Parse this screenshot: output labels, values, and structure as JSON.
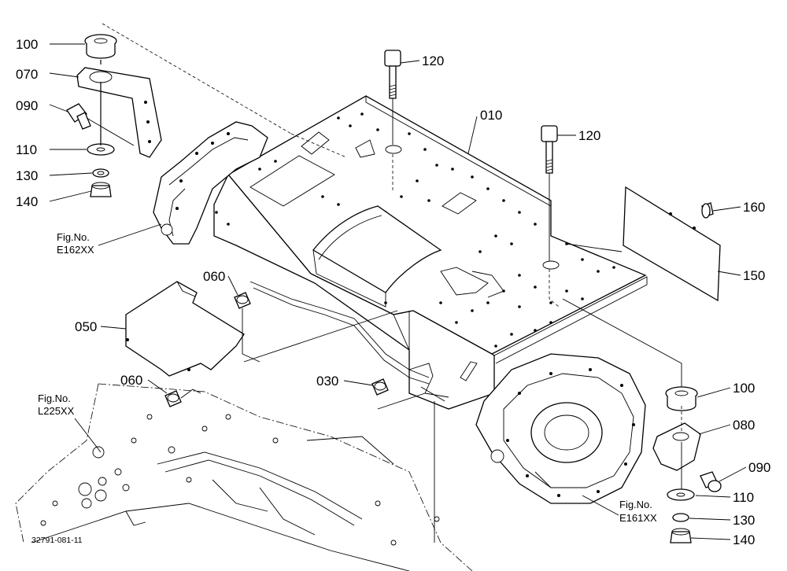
{
  "callouts": {
    "c100_top": "100",
    "c070": "070",
    "c090_top": "090",
    "c110_top": "110",
    "c130_top": "130",
    "c140_top": "140",
    "c120_a": "120",
    "c120_b": "120",
    "c010": "010",
    "c160": "160",
    "c150": "150",
    "c060_a": "060",
    "c050": "050",
    "c060_b": "060",
    "c030": "030",
    "c100_bot": "100",
    "c080": "080",
    "c090_bot": "090",
    "c110_bot": "110",
    "c130_bot": "130",
    "c140_bot": "140"
  },
  "figrefs": {
    "e162_label": "Fig.No.",
    "e162_code": "E162XX",
    "l225_label": "Fig.No.",
    "l225_code": "L225XX",
    "e161_label": "Fig.No.",
    "e161_code": "E161XX"
  },
  "document_id": "32791-081-11"
}
